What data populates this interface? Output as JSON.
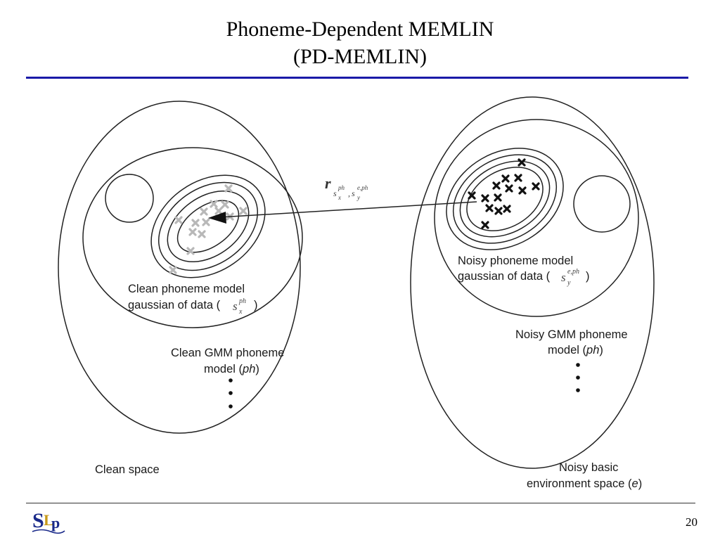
{
  "slide": {
    "title_line1": "Phoneme-Dependent MEMLIN",
    "title_line2": "(PD-MEMLIN)",
    "page_number": "20",
    "logo_text": "SLP",
    "accent_color": "#1a1aa8"
  },
  "diagram": {
    "clean_space_label": "Clean space",
    "clean_gmm_label_line1": "Clean GMM phoneme",
    "clean_gmm_label_line2_prefix": "model (",
    "clean_gmm_label_line2_var": "ph",
    "clean_gmm_label_line2_suffix": ")",
    "clean_gaussian_label_line1": "Clean phoneme model",
    "clean_gaussian_label_line2": "gaussian of data (",
    "clean_gaussian_symbol": "s",
    "clean_gaussian_sup": "ph",
    "clean_gaussian_sub": "x",
    "clean_gaussian_close": ")",
    "noisy_space_label_line1": "Noisy basic",
    "noisy_space_label_line2_prefix": "environment space (",
    "noisy_space_label_line2_var": "e",
    "noisy_space_label_line2_suffix": ")",
    "noisy_gmm_label_line1": "Noisy GMM phoneme",
    "noisy_gmm_label_line2_prefix": "model (",
    "noisy_gmm_label_line2_var": "ph",
    "noisy_gmm_label_line2_suffix": ")",
    "noisy_gaussian_label_line1": "Noisy phoneme model",
    "noisy_gaussian_label_line2": "gaussian of data (",
    "noisy_gaussian_symbol": "s",
    "noisy_gaussian_sup": "e,ph",
    "noisy_gaussian_sub": "y",
    "noisy_gaussian_close": ")",
    "arrow_symbol": "r",
    "arrow_sub": "s",
    "arrow_sub_sup1": "ph",
    "arrow_sub_sub1": "x",
    "arrow_sep": ",",
    "arrow_sub2": "s",
    "arrow_sub_sup2": "e,ph",
    "arrow_sub_sub2": "y",
    "clean_marker_color": "#b8b8b8",
    "noisy_marker_color": "#111111"
  }
}
